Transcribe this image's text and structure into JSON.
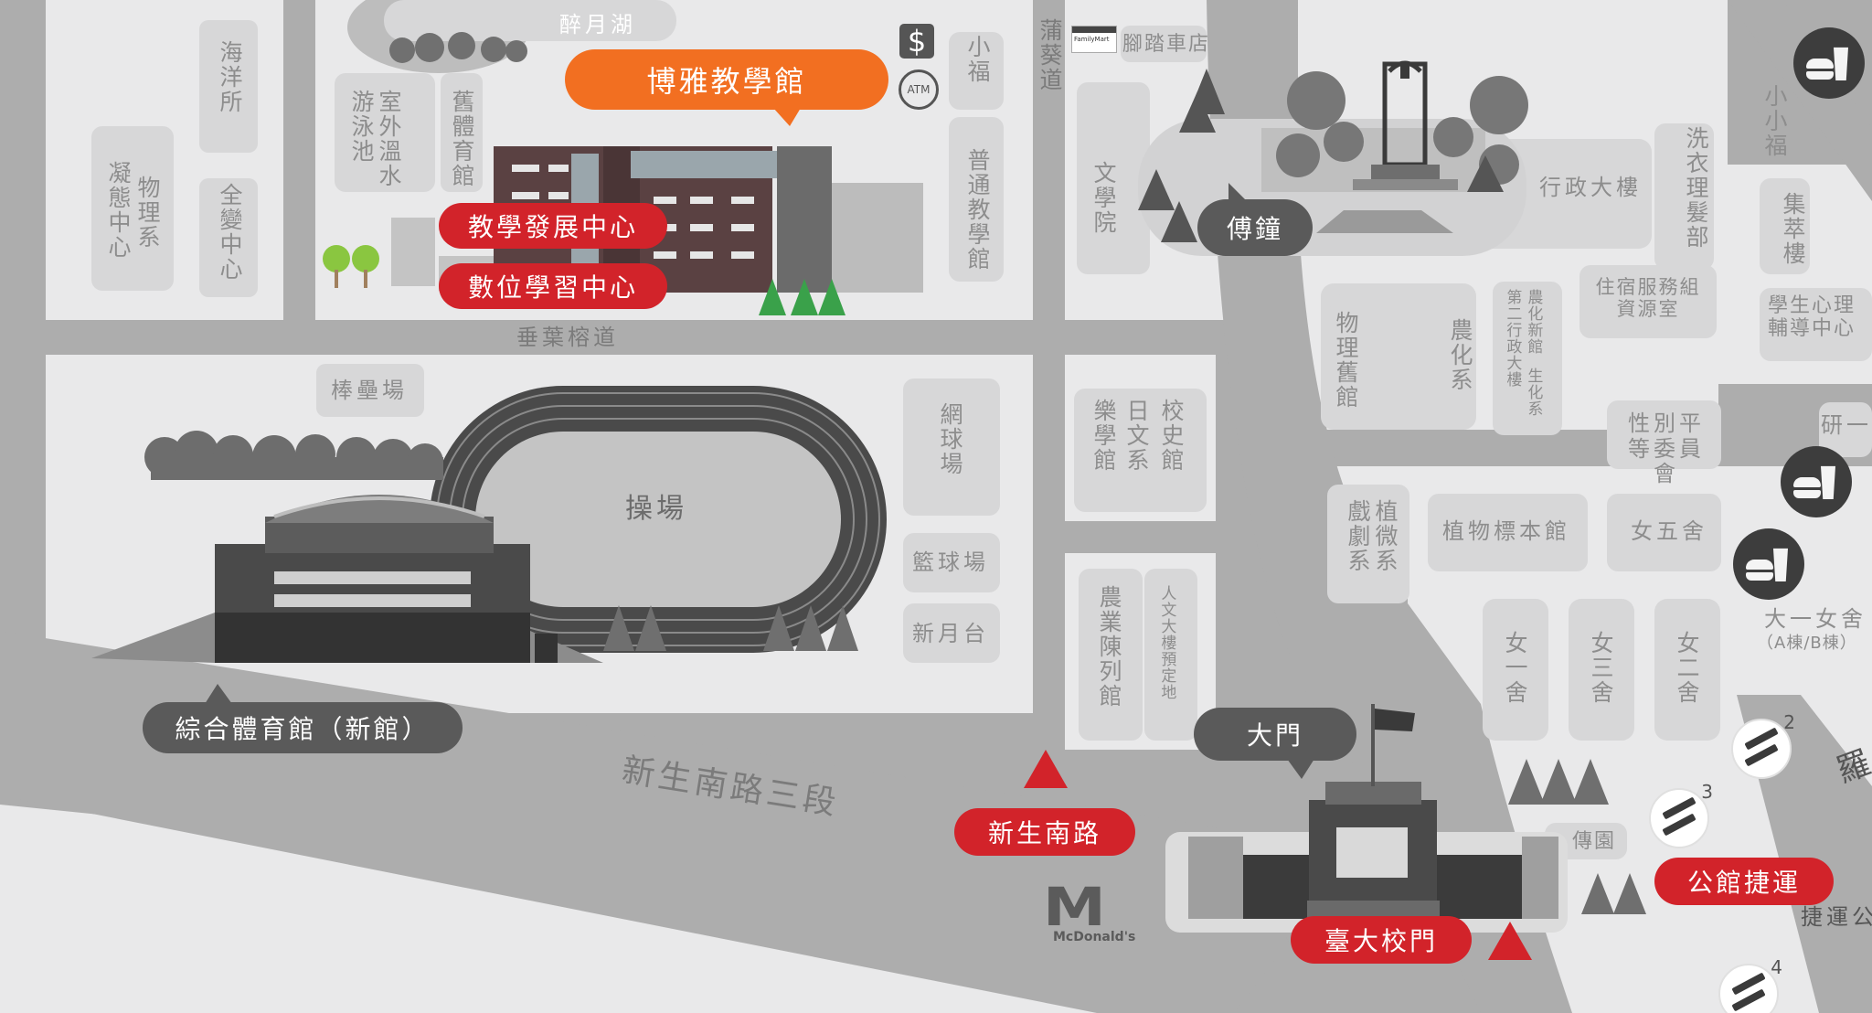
{
  "labels": {
    "lake": "醉月湖",
    "ocean": "海洋所",
    "condensed": "凝態中心",
    "physics": "物理系",
    "global_change": "全變中心",
    "outdoor_pool": "室外溫水游泳池",
    "old_gym": "舊體育館",
    "xiaofu_1": "小福",
    "general_hall": "普通教學館",
    "puke_road": "蒲葵道",
    "bike_shop": "腳踏車店",
    "liberal_arts": "文學院",
    "admin": "行政大樓",
    "laundry": "洗衣理髮部",
    "xiaoxiaofu": "小小福",
    "jicui": "集萃樓",
    "counseling": "學生心理輔導中心",
    "chuiye_road": "垂葉榕道",
    "physics_old": "物理舊館",
    "agchem": "農化系",
    "second_admin": "第二行政大樓",
    "agchem_new": "農化新館",
    "biochem": "生化系",
    "housing": "住宿服務組資源室",
    "baseball": "棒壘場",
    "tennis": "網球場",
    "music": "樂學館",
    "japanese": "日文系",
    "history": "校史館",
    "gender": "性別平等委員會",
    "research": "研一",
    "playground": "操場",
    "basketball": "籃球場",
    "drama": "戲劇系",
    "plant_micro": "植微系",
    "herbarium": "植物標本館",
    "female_5": "女五舍",
    "new_moon": "新月台",
    "agri_hall": "農業陳列館",
    "humanities": "人文大樓預定地",
    "female_1": "女一舍",
    "female_3": "女三舍",
    "female_2": "女二舍",
    "dorm1": "大一女舍",
    "dorm1_sub": "（A棟/B棟）",
    "xinsheng_road": "新生南路三段",
    "chuanyuan": "傳園",
    "metro_text": "捷運公",
    "luo_road": "羅",
    "familymart": "FamilyMart",
    "mcdonalds_m": "M",
    "mcdonalds_word": "McDonald's"
  },
  "callouts": {
    "boya": "博雅教學館",
    "teaching_center": "教學發展中心",
    "digital_center": "數位學習中心",
    "bell": "傅鐘",
    "new_gym": "綜合體育館（新館）",
    "gate": "大門",
    "xinsheng_station": "新生南路",
    "campus_gate": "臺大校門",
    "gongguan": "公館捷運"
  },
  "icons": {
    "money": "$",
    "atm": "ATM",
    "metro_2": "2",
    "metro_3": "3",
    "metro_4": "4"
  },
  "colors": {
    "accent_red": "#d2232a",
    "accent_orange": "#f26f21",
    "road_gray": "#adadad",
    "block_gray": "#d9d9d9",
    "background": "#e9e9ea"
  }
}
